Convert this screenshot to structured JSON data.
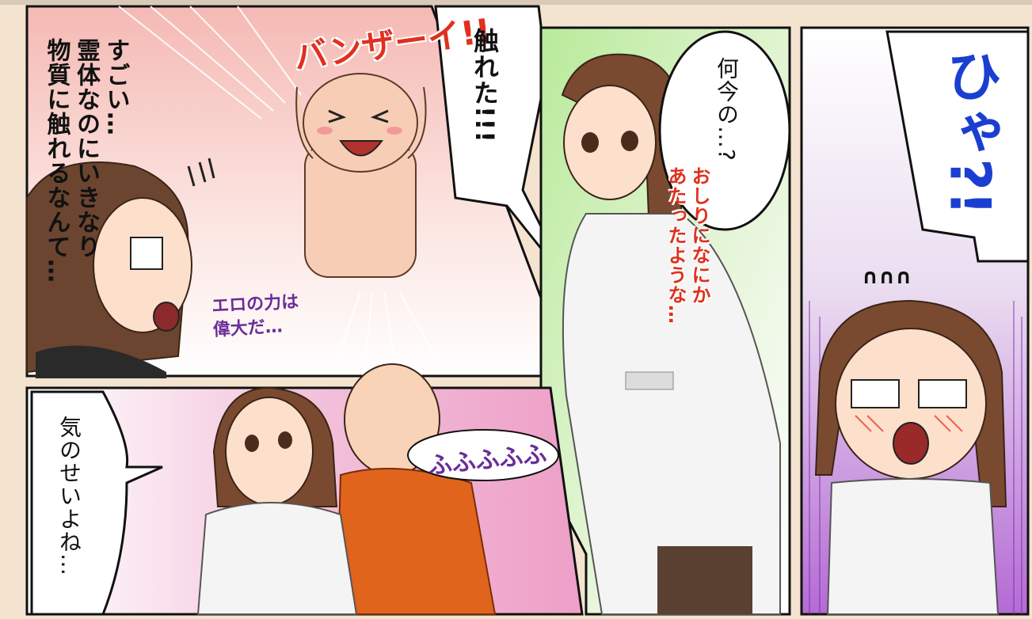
{
  "panels": {
    "top_left": {
      "narration": [
        "すごい…",
        "霊体なのにいきなり",
        "物質に触れるなんて…"
      ],
      "sfx_banzai": "バンザーイ!!",
      "bubble_touched": [
        "触",
        "れ",
        "た",
        "!!!"
      ],
      "whisper": [
        "エロの力は",
        "偉大だ…"
      ]
    },
    "middle": {
      "bubble_what": [
        "何今の…?"
      ],
      "handwritten": [
        "おしりになにか",
        "あたったような…"
      ]
    },
    "right": {
      "sfx_hya": "ひゃ?!",
      "sfx_small": "∩∩∩"
    },
    "bottom_left": {
      "bubble_mind": [
        "気のせいよね…"
      ],
      "giggle": "ふふふふふ"
    }
  },
  "colors": {
    "red_sfx": "#e0301e",
    "blue_sfx": "#1a3fd0",
    "purple_text": "#6a2c9a",
    "panel_border": "#111111"
  }
}
